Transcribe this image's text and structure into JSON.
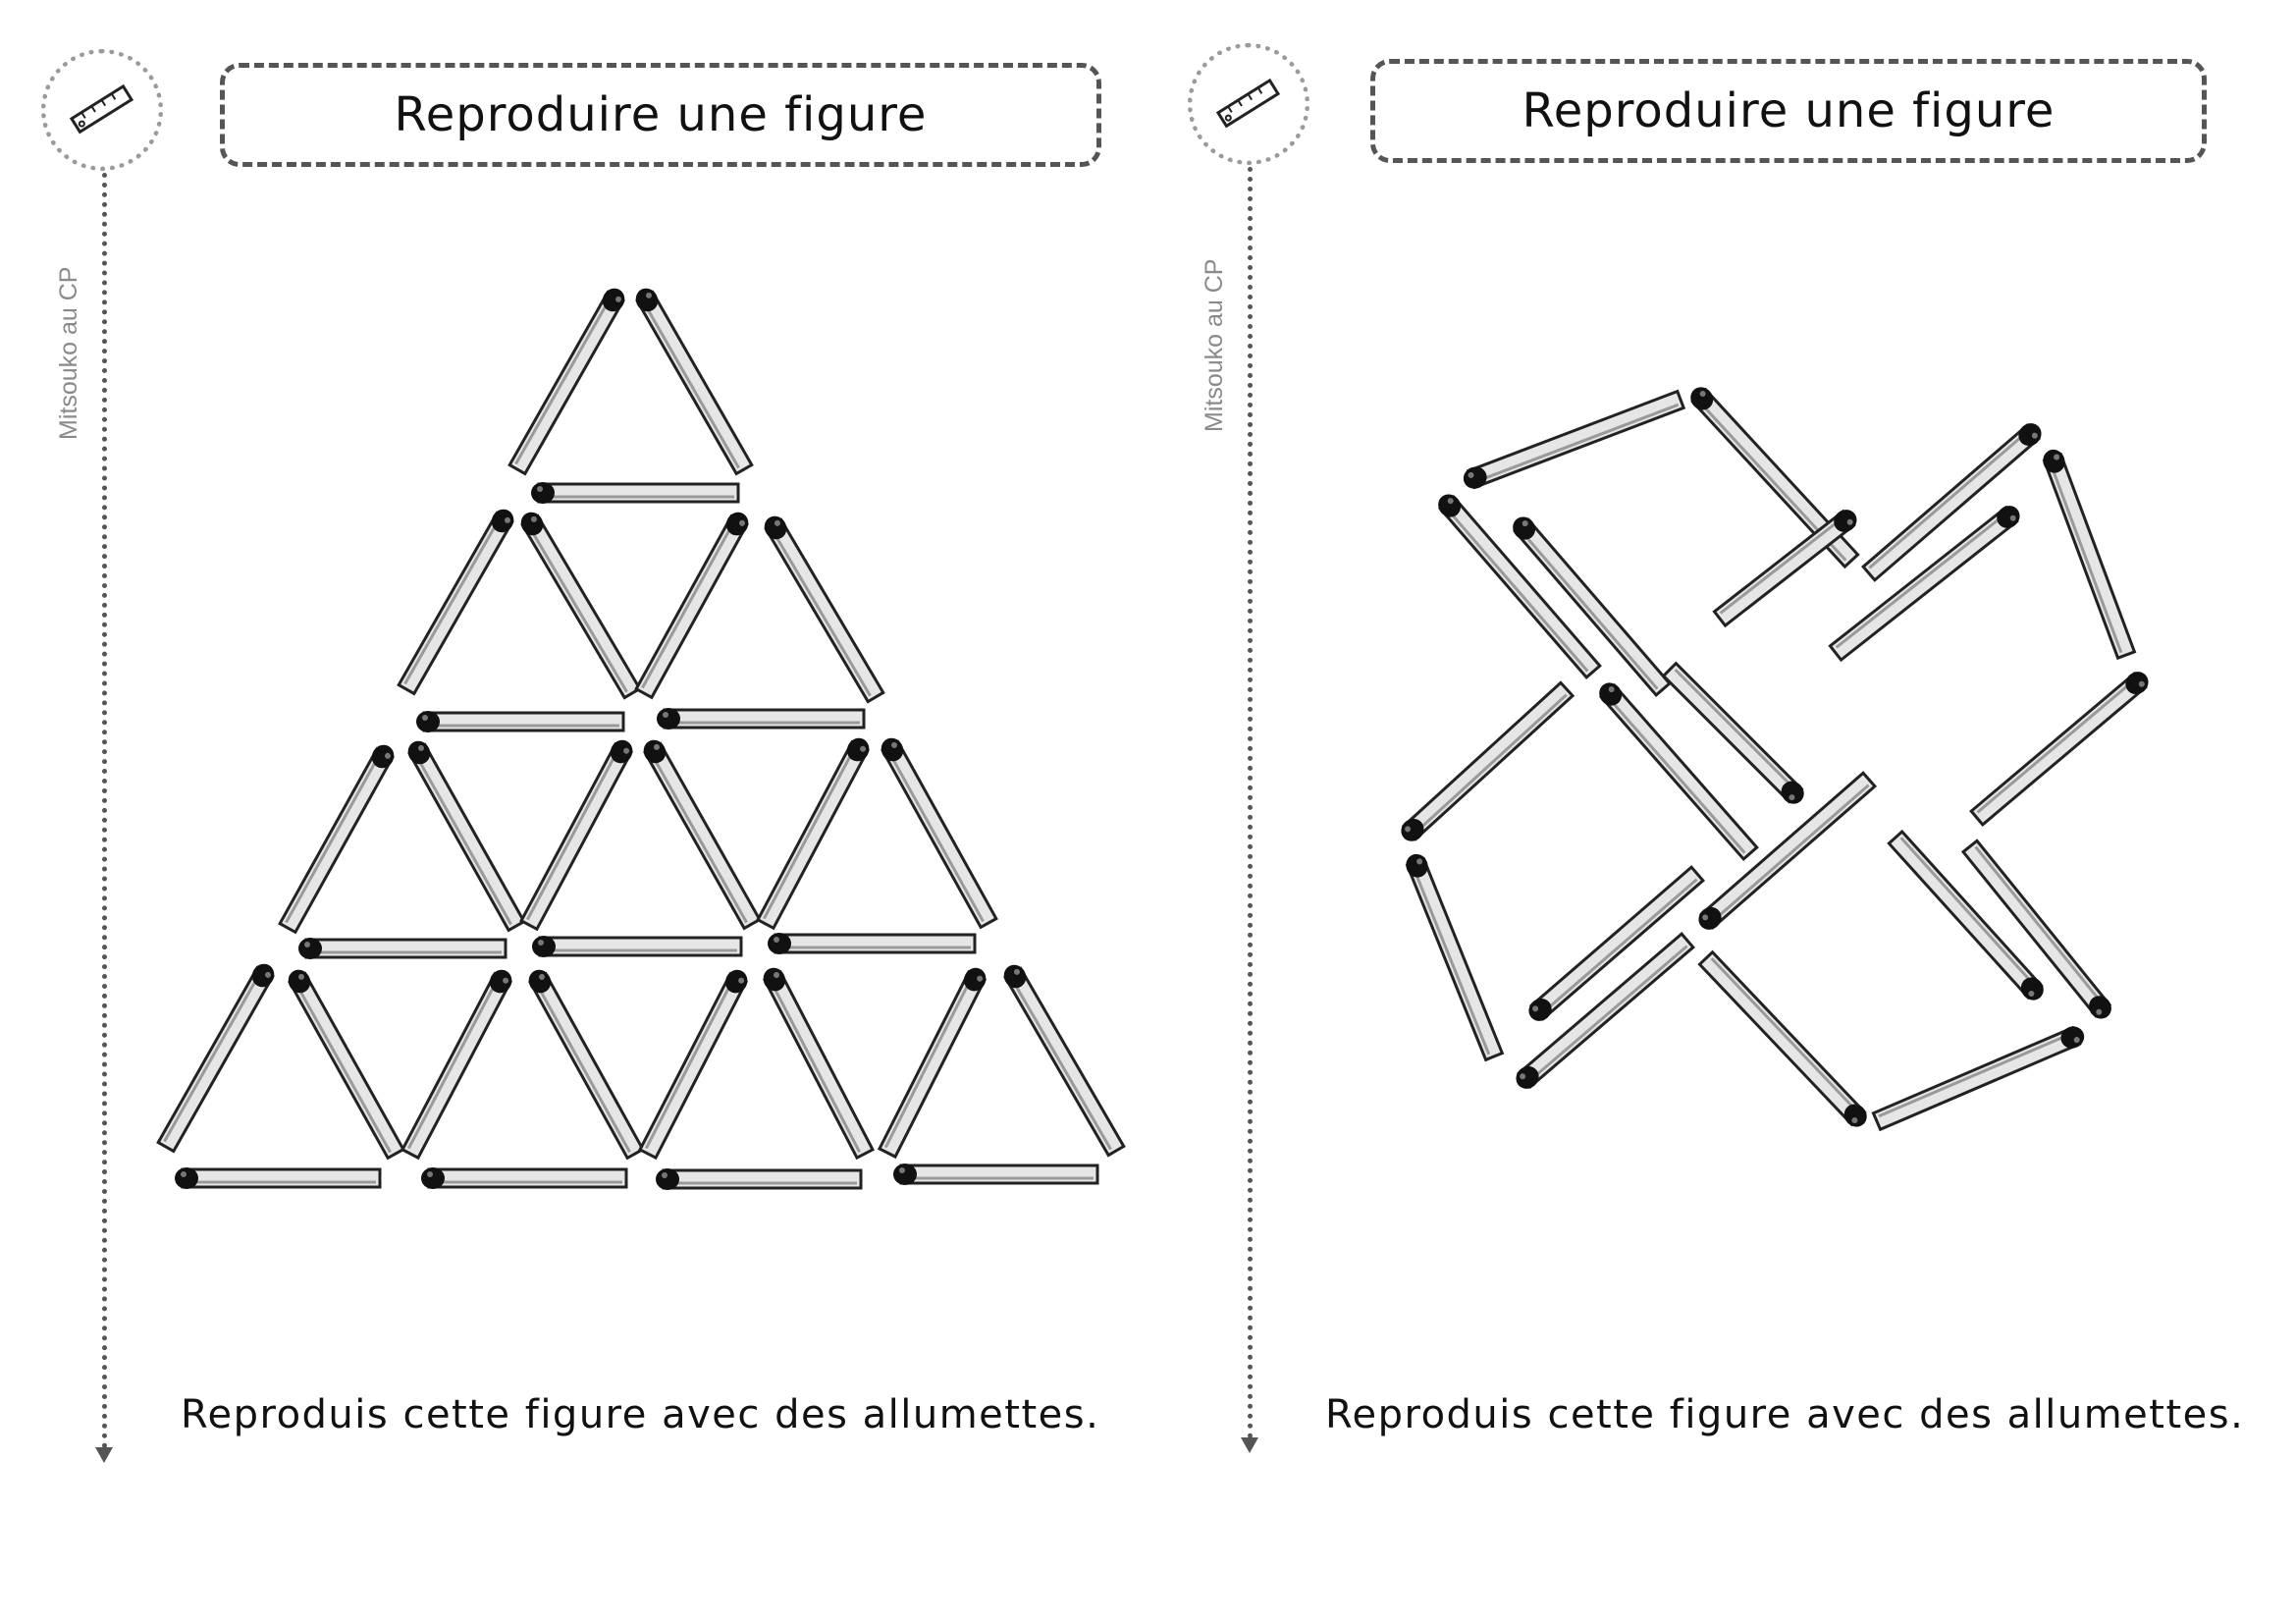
{
  "cards": [
    {
      "title": "Reproduire une figure",
      "credit": "Mitsouko au CP",
      "instruction": "Reproduis cette figure avec des allumettes.",
      "icon": "ruler-icon",
      "figure": "triangle-pyramid"
    },
    {
      "title": "Reproduire une figure",
      "credit": "Mitsouko au CP",
      "instruction": "Reproduis cette figure avec des allumettes.",
      "icon": "ruler-icon",
      "figure": "square-pinwheel"
    }
  ],
  "colors": {
    "match_stick": "#e6e6e6",
    "match_outline": "#222222",
    "match_head": "#111111",
    "dashed_border": "#555555",
    "badge_border": "#9a9a9a",
    "credit_text": "#8a8a8a"
  }
}
